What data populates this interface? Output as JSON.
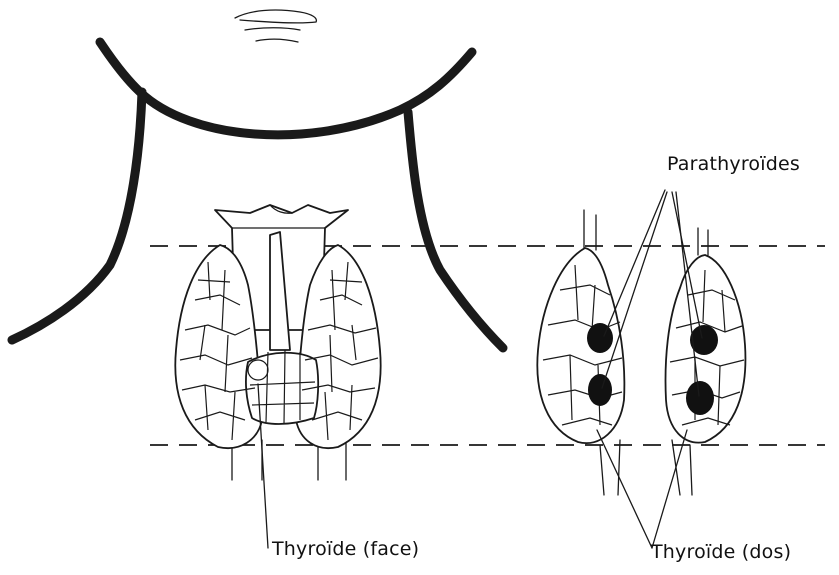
{
  "labels": {
    "parathyroid": "Parathyroïdes",
    "thyroid_front": "Thyroïde (face)",
    "thyroid_back": "Thyroïde (dos)"
  },
  "colors": {
    "ink": "#1a1a1a",
    "background": "#ffffff",
    "parathyroid_fill": "#111111"
  }
}
